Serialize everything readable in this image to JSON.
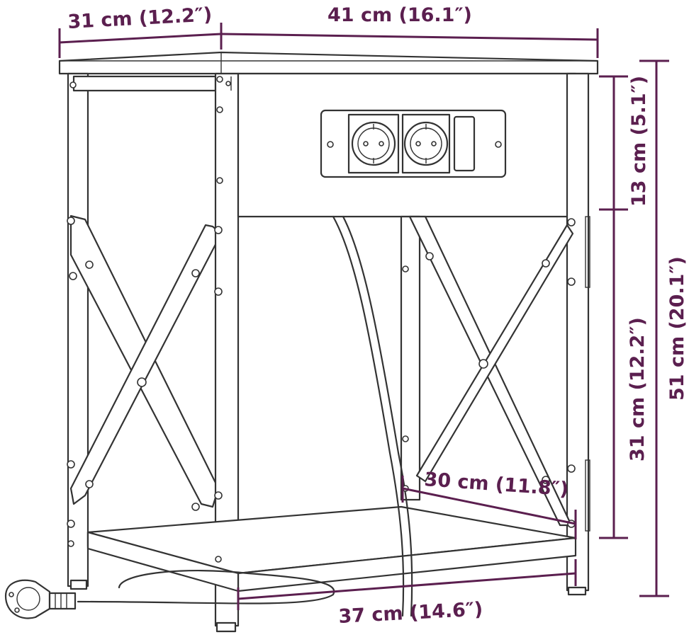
{
  "dimensions": {
    "depth_top": "31 cm (12.2″)",
    "width_top": "41 cm (16.1″)",
    "drawer_height": "13 cm (5.1″)",
    "open_height": "31 cm (12.2″)",
    "total_height": "51 cm (20.1″)",
    "shelf_depth": "30 cm (11.8″)",
    "bottom_width": "37 cm (14.6″)"
  },
  "colors": {
    "dimension": "#5b1f4f",
    "outline": "#333333",
    "background": "#ffffff"
  },
  "icons": [
    "power-socket-icon",
    "usb-port-icon",
    "power-plug-icon"
  ]
}
